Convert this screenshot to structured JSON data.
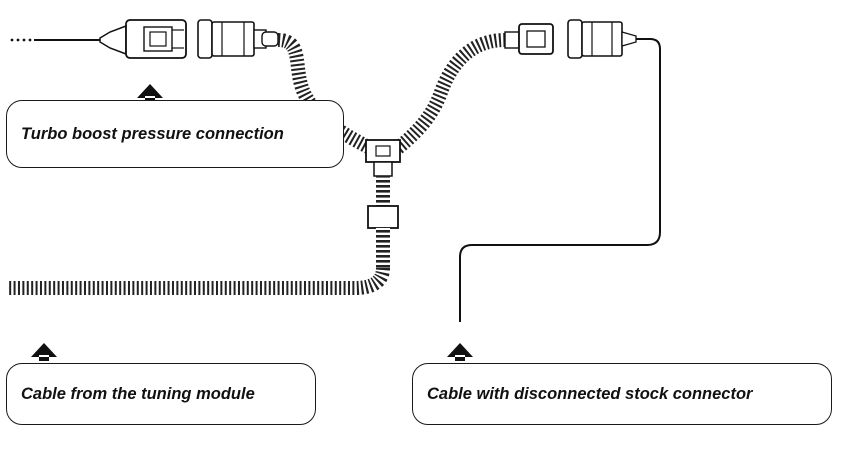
{
  "labels": {
    "turbo": "Turbo boost pressure connection",
    "module": "Cable from the tuning module",
    "stock": "Cable with disconnected stock connector"
  },
  "colors": {
    "ink": "#111111",
    "background": "#ffffff"
  },
  "icons": [
    "up-arrow-icon",
    "up-arrow-icon",
    "up-arrow-icon"
  ]
}
